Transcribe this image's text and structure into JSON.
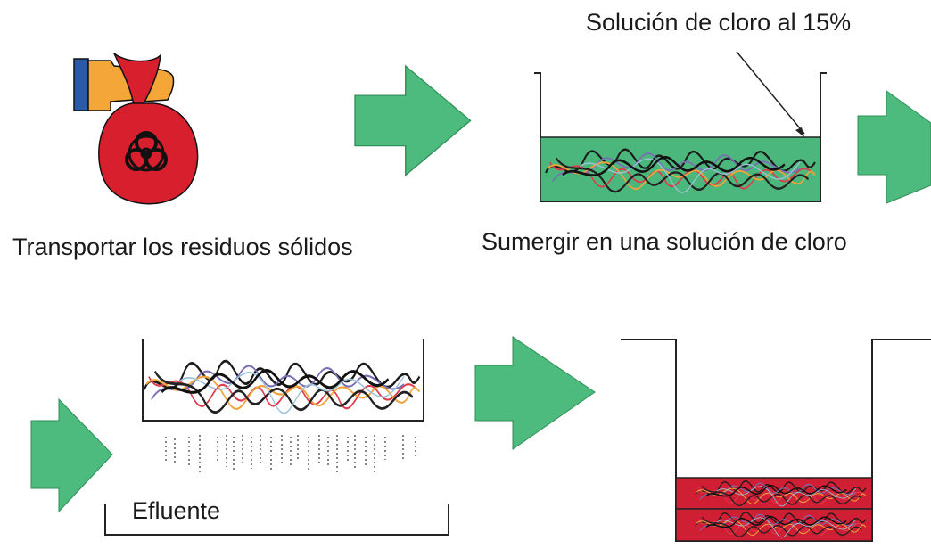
{
  "labels": {
    "chlorine_solution": "Solución de cloro al 15%",
    "transport": "Transportar los residuos sólidos",
    "submerge": "Sumergir en una solución de cloro",
    "effluent": "Efluente"
  },
  "colors": {
    "arrow": "#4dbb7d",
    "arrow_stroke": "#2f8f57",
    "solution": "#4cb77c",
    "container_bottom": "#d01e35",
    "bag": "#d81f2e",
    "hand": "#f5a638",
    "sleeve": "#2a5aa8"
  },
  "icons": [
    "biohazard-bag-icon",
    "flow-arrow-icon",
    "waste-tangle-icon"
  ]
}
